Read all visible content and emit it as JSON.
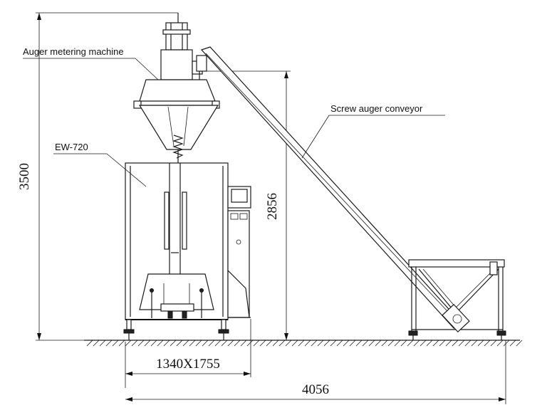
{
  "labels": {
    "auger": "Auger metering machine",
    "model": "EW-720",
    "conveyor": "Screw auger conveyor"
  },
  "dimensions": {
    "total_height": "3500",
    "conveyor_height": "2856",
    "footprint": "1340X1755",
    "total_length": "4056"
  },
  "colors": {
    "line": "#1a1a1a",
    "background": "#ffffff"
  }
}
